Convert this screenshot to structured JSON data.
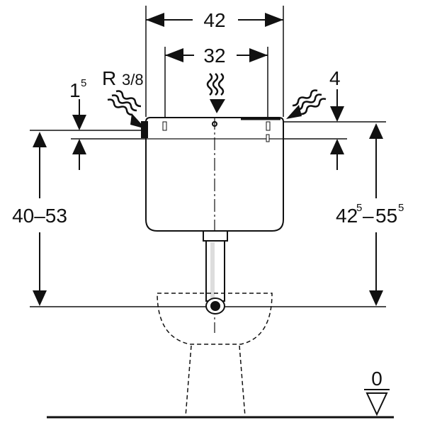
{
  "dimensions": {
    "cistern_width": "42",
    "outlet_spacing": "32",
    "top_offset_left": {
      "base": "1",
      "sup": "5"
    },
    "thread": {
      "prefix": "R",
      "fraction": "3/8"
    },
    "top_offset_right": "4",
    "height_left": "40–53",
    "height_right": {
      "a": "42",
      "a_sup": "5",
      "sep": "–",
      "b": "55",
      "b_sup": "5"
    },
    "floor_level": "0"
  },
  "colors": {
    "line": "#111111",
    "background": "#ffffff"
  }
}
